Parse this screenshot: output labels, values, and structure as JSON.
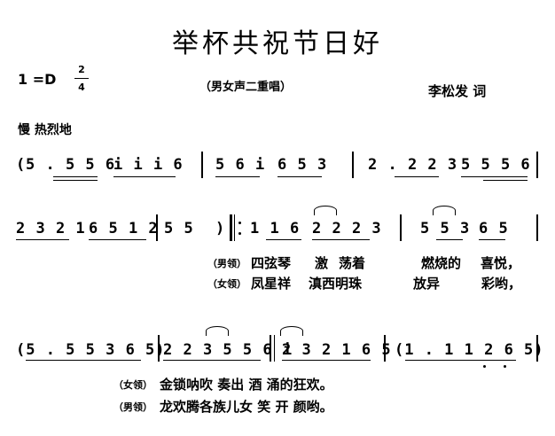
{
  "header": {
    "title": "举杯共祝节日好",
    "key": "1 =D",
    "time_top": "2",
    "time_bottom": "4",
    "performance": "（男女声二重唱）",
    "lyricist": "李松发  词",
    "tempo": "慢  热烈地"
  },
  "row1": {
    "open": "(",
    "m1": "5 . 5 5 6",
    "m2": "i i i 6",
    "m3": "5 6 i",
    "m4": "6 5 3",
    "m5": "2 . 2 2 3",
    "m6": "5 5 5 6"
  },
  "row2": {
    "m1": "2 3 2 1",
    "m2": "6 5 1 2",
    "m3": "5  5",
    "close": ")",
    "m4": "1 1 6",
    "m5": "2 2 2 3",
    "m6": "5 5 3",
    "m7": "6 5",
    "role_male": "（男领）",
    "role_female": "（女领）",
    "lyric_male": [
      "四弦琴",
      "激",
      "荡着",
      "燃烧的",
      "喜悦，"
    ],
    "lyric_female": [
      "凤星祥",
      "滇西明珠",
      "放异",
      "彩哟，"
    ]
  },
  "row3": {
    "m1": "(5 . 5 5 3 6 5)",
    "m2": "2 2 3 5 5 6 i",
    "m3": "2 3 2 1 6 5",
    "m4": "(1 . 1 1 2 6 5)",
    "role_female": "（女领）",
    "role_male": "（男领）",
    "lyric_female": "金锁呐吹  奏出  酒  涌的狂欢。",
    "lyric_male": "龙欢腾各族儿女  笑  开  颜哟。"
  }
}
